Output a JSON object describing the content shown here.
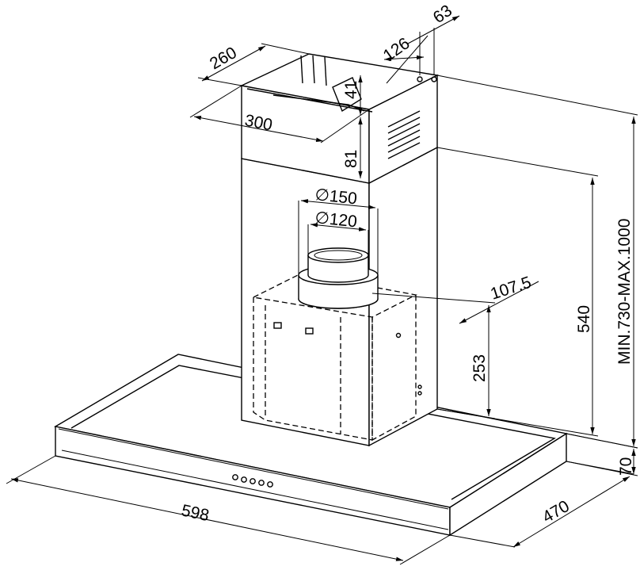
{
  "dimensions": {
    "top_depth": "260",
    "top_width": "300",
    "top_offset": "126",
    "top_side": "63",
    "top_gap": "41",
    "chimney_upper": "81",
    "duct_outer": "150",
    "duct_inner": "120",
    "motor_offset": "107.5",
    "motor_height": "253",
    "chimney_lower": "540",
    "overall_height": "MIN.730-MAX.1000",
    "canopy_height": "70",
    "canopy_width": "598",
    "canopy_depth": "470"
  },
  "symbols": {
    "diameter": "∅"
  }
}
